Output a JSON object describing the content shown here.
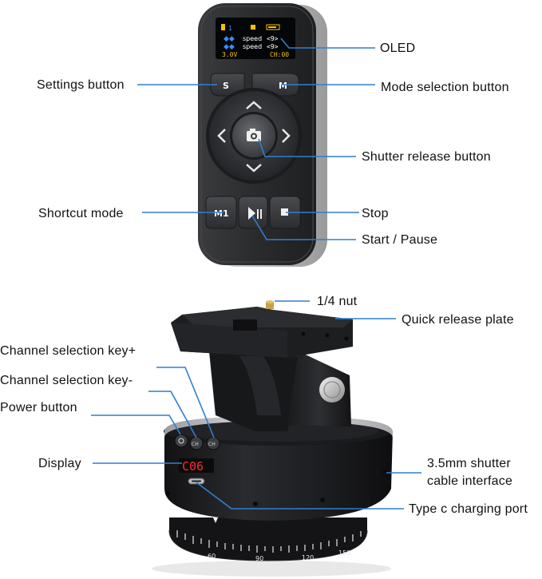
{
  "labels": {
    "oled": "OLED",
    "settings_button": "Settings button",
    "mode_selection_button": "Mode selection button",
    "shutter_release_button": "Shutter release button",
    "shortcut_mode": "Shortcut mode",
    "stop": "Stop",
    "start_pause": "Start / Pause",
    "quarter_nut": "1/4 nut",
    "quick_release_plate": "Quick release plate",
    "channel_plus": "Channel selection key+",
    "channel_minus": "Channel selection key-",
    "power_button": "Power button",
    "display": "Display",
    "shutter_cable_line1": "3.5mm shutter",
    "shutter_cable_line2": "cable interface",
    "type_c_port": "Type c charging port"
  },
  "oled_screen": {
    "row1_channel": "1",
    "row2": "speed",
    "row2_value": "<9>",
    "row3": "speed",
    "row3_value": "<9>",
    "voltage": "3.0V",
    "channel_readout": "CH:00"
  },
  "remote_keys": {
    "settings": "S",
    "mode": "M",
    "shortcut": "M1"
  },
  "base": {
    "display_value": "C06",
    "ch_key_label": "CH",
    "scale_ticks": [
      "60",
      "90",
      "120",
      "150"
    ]
  },
  "colors": {
    "leader_line": "#2f7fd0",
    "remote_body": "#2b2c2e",
    "oled_text": "#3d8bff",
    "display_led": "#ff2a2a"
  }
}
